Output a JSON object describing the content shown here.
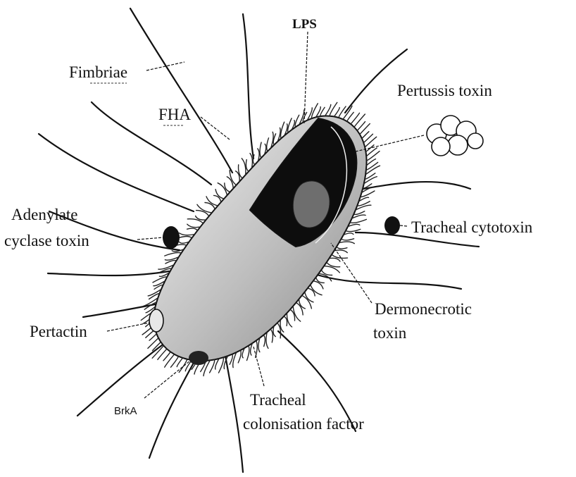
{
  "labels": {
    "lps": "LPS",
    "fimbriae": "Fimbriae",
    "fha": "FHA",
    "pertussis_toxin": "Pertussis toxin",
    "adenylate_line1": "Adenylate",
    "adenylate_line2": "cyclase toxin",
    "tracheal_cytotoxin": "Tracheal cytotoxin",
    "pertactin": "Pertactin",
    "dermonecrotic_line1": "Dermonecrotic",
    "dermonecrotic_line2": "toxin",
    "tracheal_colon_line1": "Tracheal",
    "tracheal_colon_line2": "colonisation factor",
    "brka": "BrkA"
  },
  "colors": {
    "ink": "#111111",
    "body_fill": "#d9d9d9",
    "cutaway": "#0d0d0d",
    "background": "#ffffff"
  }
}
